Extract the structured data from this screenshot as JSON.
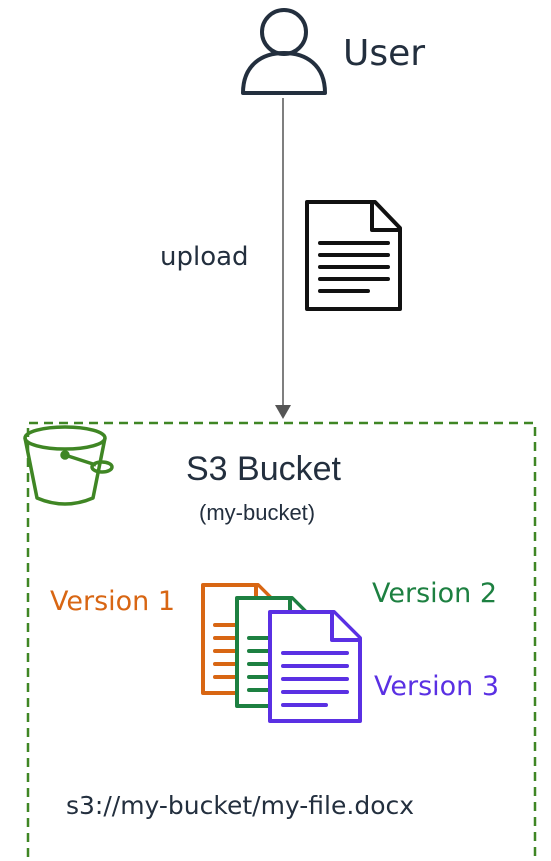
{
  "user": {
    "label": "User",
    "icon": "user-icon"
  },
  "flow": {
    "label": "upload",
    "icon": "document-icon"
  },
  "bucket": {
    "title": "S3 Bucket",
    "subtitle": "(my-bucket)",
    "icon": "s3-bucket-icon",
    "border_color": "#3f8624"
  },
  "versions": [
    {
      "label": "Version 1",
      "color": "#d86613"
    },
    {
      "label": "Version 2",
      "color": "#1d8041"
    },
    {
      "label": "Version 3",
      "color": "#5a30e3"
    }
  ],
  "object_path": "s3://my-bucket/my-file.docx",
  "colors": {
    "ink": "#232f3e",
    "arrow": "#555555"
  }
}
